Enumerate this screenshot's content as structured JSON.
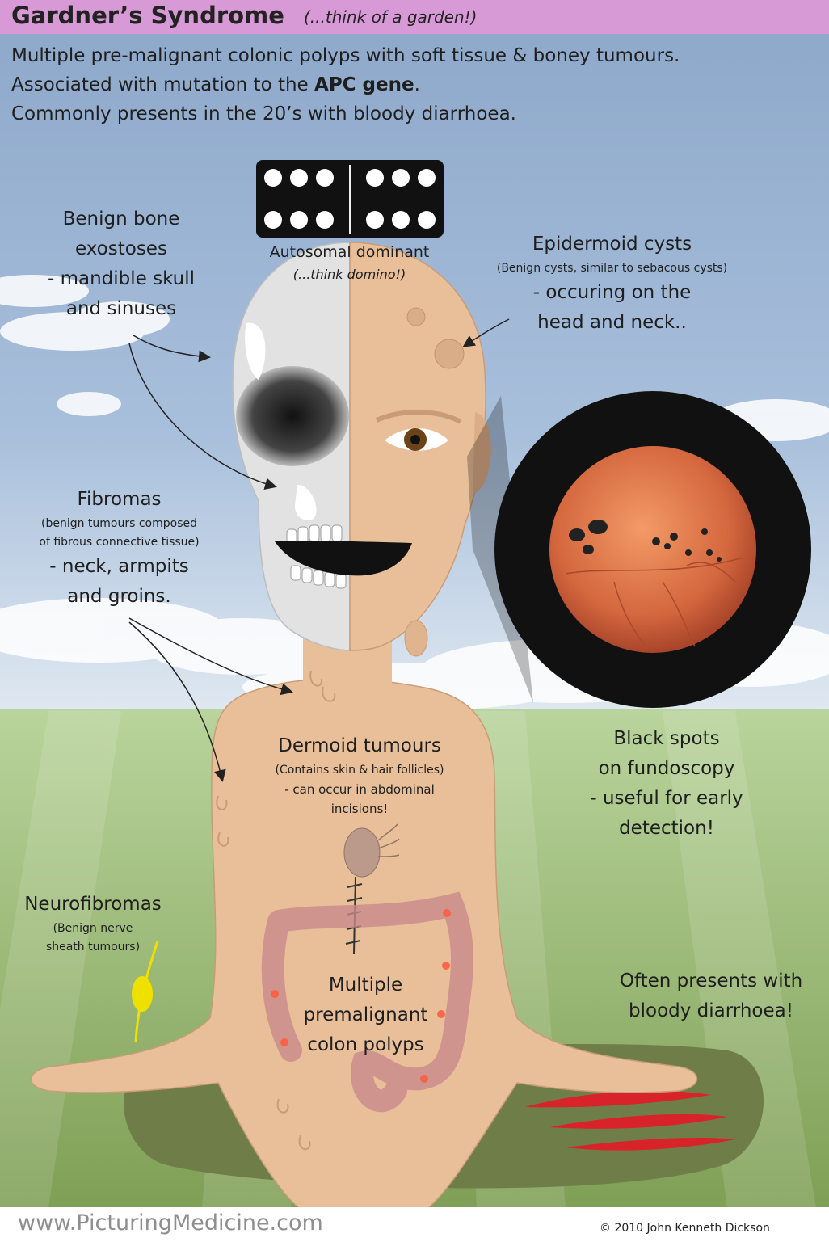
{
  "header": {
    "title": "Gardner’s Syndrome",
    "subtitle": "(...think of a garden!)"
  },
  "intro": {
    "line1": "Multiple pre-malignant colonic polyps with soft tissue & boney tumours.",
    "line2_prefix": "Associated with mutation to the ",
    "line2_bold": "APC gene",
    "line2_suffix": ".",
    "line3": "Commonly presents in the 20’s with bloody diarrhoea."
  },
  "labels": {
    "bone": {
      "l1": "Benign bone",
      "l2": "exostoses",
      "l3": "- mandible skull",
      "l4": "and sinuses"
    },
    "domino": {
      "l1": "Autosomal dominant",
      "l2": "(...think domino!)"
    },
    "epidermoid": {
      "l1": "Epidermoid cysts",
      "l2": "(Benign cysts, similar to sebacous cysts)",
      "l3": "- occuring on the",
      "l4": "head and neck.."
    },
    "fibromas": {
      "l1": "Fibromas",
      "l2": "(benign tumours composed",
      "l3": "of fibrous connective tissue)",
      "l4": "- neck, armpits",
      "l5": "and groins."
    },
    "dermoid": {
      "l1": "Dermoid tumours",
      "l2": "(Contains skin & hair follicles)",
      "l3": "- can occur in abdominal",
      "l4": "incisions!"
    },
    "fundoscopy": {
      "l1": "Black spots",
      "l2": "on fundoscopy",
      "l3": "- useful for early",
      "l4": "detection!"
    },
    "neurofibromas": {
      "l1": "Neurofibromas",
      "l2": "(Benign nerve",
      "l3": "sheath tumours)"
    },
    "polyps": {
      "l1": "Multiple",
      "l2": "premalignant",
      "l3": "colon polyps"
    },
    "diarrhoea": {
      "l1": "Often presents with",
      "l2": "bloody diarrhoea!"
    }
  },
  "footer": {
    "website": "www.PicturingMedicine.com",
    "copyright": "© 2010 John Kenneth Dickson"
  },
  "colors": {
    "title_band": "#d89ad6",
    "sky": "#9bb6d6",
    "grass": "#8fb060",
    "skin": "#e8bf99",
    "skull": "#e2e2e2",
    "retina": "#d4673e",
    "blood": "#d8232a",
    "nerve_tumour": "#f0e000"
  },
  "icons": [
    "skull-face-illustration",
    "domino-icon",
    "retina-fundus-icon",
    "colon-illustration",
    "arrow-icon"
  ]
}
